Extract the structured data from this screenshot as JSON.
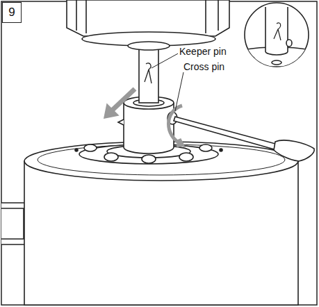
{
  "diagram": {
    "nodes": [
      {
        "text": [
          "9"
        ]
      }
    ],
    "labels": [
      "Keeper pin",
      "Cross pin"
    ]
  }
}
